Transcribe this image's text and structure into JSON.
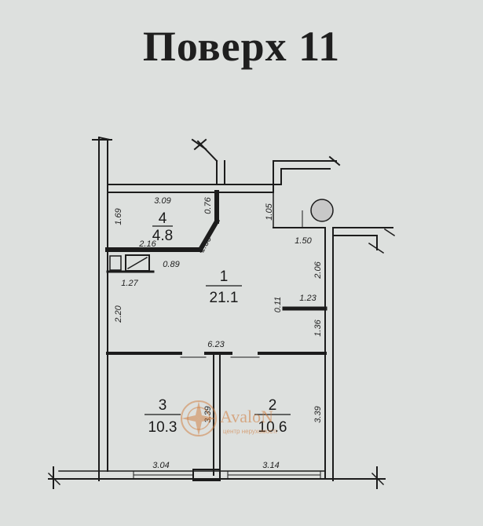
{
  "title": "Поверх 11",
  "rooms": [
    {
      "number": "1",
      "area": "21.1"
    },
    {
      "number": "2",
      "area": "10.6"
    },
    {
      "number": "3",
      "area": "10.3"
    },
    {
      "number": "4",
      "area": "4.8"
    }
  ],
  "dimensions": {
    "d309": "3.09",
    "d076": "0.76",
    "d169": "1.69",
    "d216": "2.16",
    "d136a": "1.36",
    "d089": "0.89",
    "d127": "1.27",
    "d105": "1.05",
    "d150": "1.50",
    "d206": "2.06",
    "d123": "1.23",
    "d011": "0.11",
    "d136b": "1.36",
    "d220": "2.20",
    "d623": "6.23",
    "d339a": "3.39",
    "d339b": "3.39",
    "d304": "3.04",
    "d314": "3.14"
  },
  "watermark": {
    "brand": "AvalоN",
    "tagline": "центр нерухомості"
  }
}
